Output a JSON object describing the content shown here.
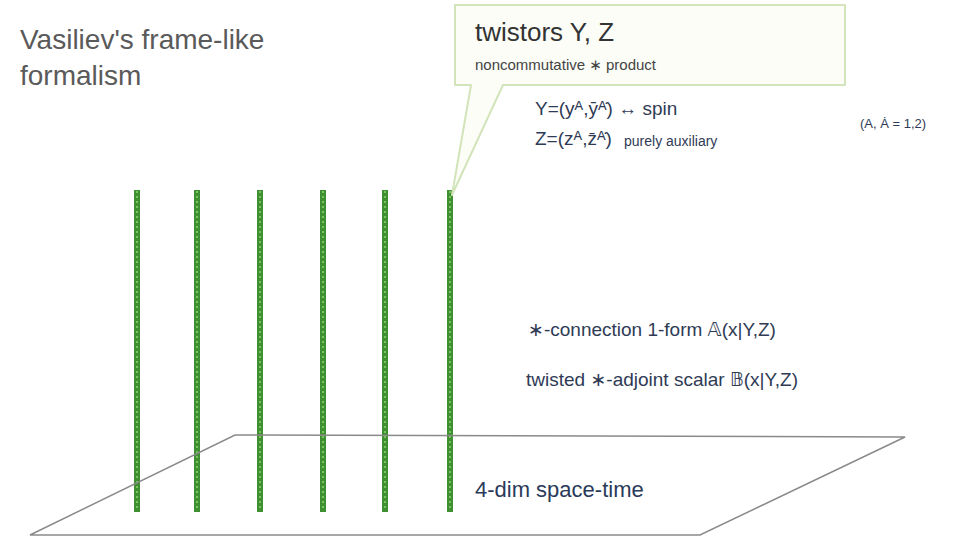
{
  "diagram": {
    "title": "Vasiliev's frame-like formalism",
    "nodes": [
      {
        "text": [
          "twistors Y, Z",
          "noncommutative ∗ product"
        ]
      },
      {
        "text": [
          "4-dim space-time"
        ]
      }
    ],
    "labels": [
      "Y=(yᴬ,ȳᴬ̇) ↔ spin",
      "Z=(zᴬ,z̄ᴬ̇)",
      "purely auxiliary",
      "(A, Ȧ = 1,2)",
      "∗-connection 1-form 𝔸(x|Y,Z)",
      "twisted ∗-adjoint scalar 𝔹(x|Y,Z)"
    ]
  }
}
